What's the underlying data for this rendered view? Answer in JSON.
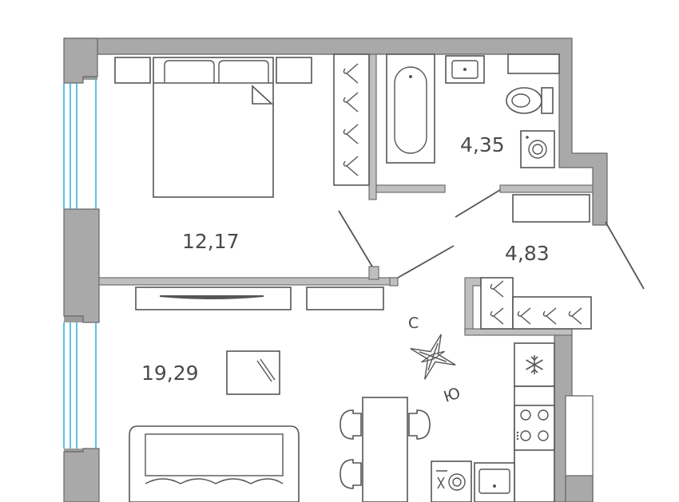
{
  "rooms": {
    "bedroom_area": "12,17",
    "bathroom_area": "4,35",
    "hall_area": "4,83",
    "living_area": "19,29"
  },
  "compass": {
    "north_label": "С",
    "south_label": "Ю"
  },
  "colors": {
    "wall": "#a9a9a9",
    "wall_outline": "#666666",
    "window_glass": "#37b3d9",
    "furniture_line": "#555555",
    "text": "#4a4a4a"
  },
  "icons": {
    "fridge": "snowflake-icon",
    "compass": "compass-rose-icon"
  }
}
